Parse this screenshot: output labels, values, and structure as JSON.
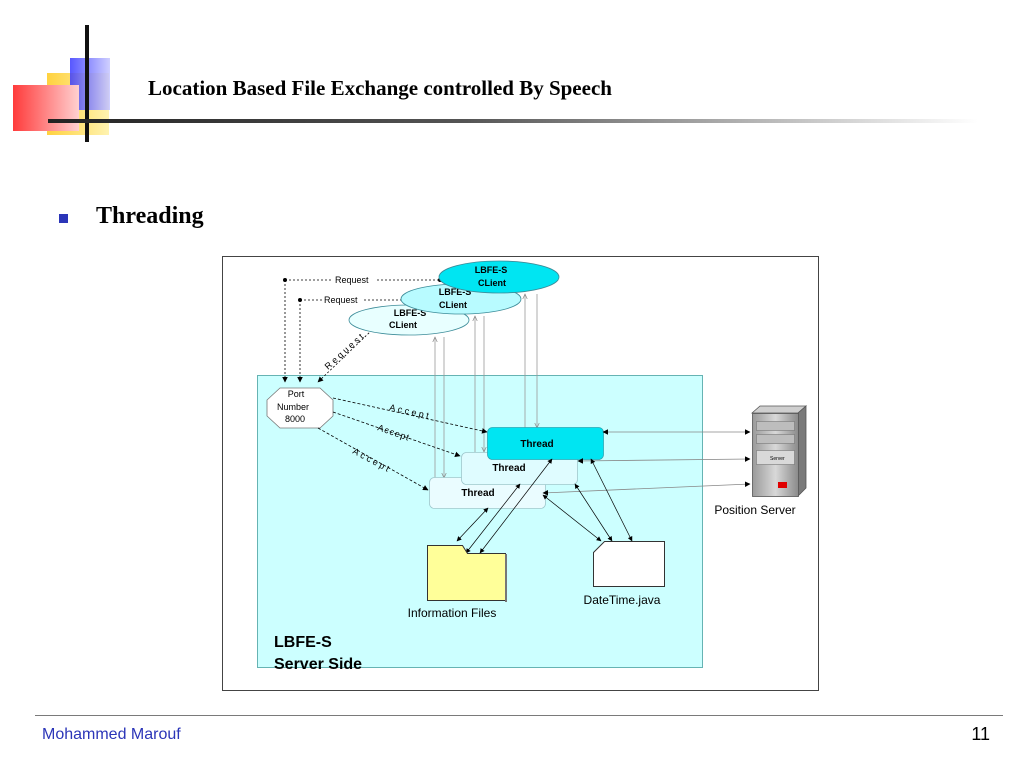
{
  "slide": {
    "title": "Location Based File Exchange controlled By Speech",
    "bullet": "Threading",
    "footer_author": "Mohammed Marouf",
    "page_number": "11"
  },
  "diagram": {
    "clients": [
      {
        "line1": "LBFE-S",
        "line2": "CLient"
      },
      {
        "line1": "LBFE-S",
        "line2": "CLient"
      },
      {
        "line1": "LBFE-S",
        "line2": "CLient"
      }
    ],
    "request_labels": [
      "Request",
      "Request",
      "Request"
    ],
    "port": {
      "line1": "Port",
      "line2": "Number",
      "line3": "8000"
    },
    "accept_labels": [
      "Accept",
      "Accept",
      "Accept"
    ],
    "threads": [
      "Thread",
      "Thread",
      "Thread"
    ],
    "server_box_label": "Server",
    "position_server_label": "Position Server",
    "information_files_label": "Information Files",
    "datetime_label": "DateTime.java",
    "server_side": {
      "line1": "LBFE-S",
      "line2": "Server Side"
    }
  },
  "colors": {
    "accent_blue": "#2b35b8",
    "server_area": "#ccffff",
    "thread_top": "#00e5f2",
    "folder": "#ffff99",
    "logo_red": "#ff3b3b",
    "logo_yellow": "#ffd23f",
    "logo_blue": "#3a3aff"
  }
}
